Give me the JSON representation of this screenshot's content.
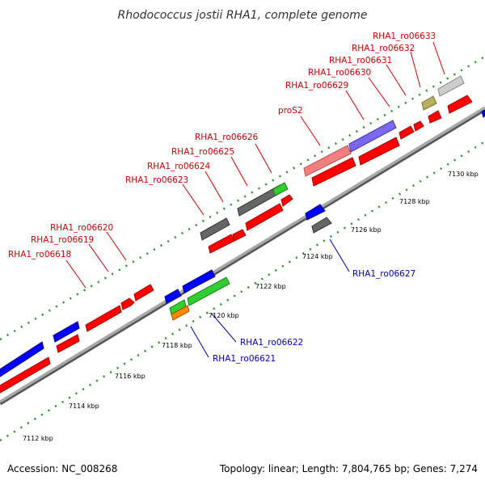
{
  "title": "Rhodococcus jostii RHA1, complete genome",
  "accession": "Accession: NC_008268",
  "summary": "Topology: linear; Length: 7,804,765 bp; Genes: 7,274",
  "colors": {
    "backbone": "#9a9a9a",
    "dots": "#2e8b2e",
    "label_forward": "#cc0000",
    "label_reverse": "#0000bb"
  },
  "ticks": [
    "7112 kbp",
    "7114 kbp",
    "7116 kbp",
    "7118 kbp",
    "7120 kbp",
    "7122 kbp",
    "7124 kbp",
    "7126 kbp",
    "7128 kbp",
    "7130 kbp"
  ],
  "labels": [
    {
      "text": "RHA1_ro06618",
      "strand": "forward"
    },
    {
      "text": "RHA1_ro06619",
      "strand": "forward"
    },
    {
      "text": "RHA1_ro06620",
      "strand": "forward"
    },
    {
      "text": "RHA1_ro06621",
      "strand": "reverse"
    },
    {
      "text": "RHA1_ro06622",
      "strand": "reverse"
    },
    {
      "text": "RHA1_ro06623",
      "strand": "forward"
    },
    {
      "text": "RHA1_ro06624",
      "strand": "forward"
    },
    {
      "text": "RHA1_ro06625",
      "strand": "forward"
    },
    {
      "text": "RHA1_ro06626",
      "strand": "forward"
    },
    {
      "text": "RHA1_ro06627",
      "strand": "reverse"
    },
    {
      "text": "proS2",
      "strand": "forward"
    },
    {
      "text": "RHA1_ro06629",
      "strand": "forward"
    },
    {
      "text": "RHA1_ro06630",
      "strand": "forward"
    },
    {
      "text": "RHA1_ro06631",
      "strand": "forward"
    },
    {
      "text": "RHA1_ro06632",
      "strand": "forward"
    },
    {
      "text": "RHA1_ro06633",
      "strand": "forward"
    }
  ],
  "features": [
    {
      "color": "#ff0000",
      "track": "forward",
      "name": "gene"
    },
    {
      "color": "#0000ff",
      "track": "reverse",
      "name": "gene"
    },
    {
      "color": "#33cc33",
      "track": "reverse",
      "name": "gene"
    },
    {
      "color": "#ff8800",
      "track": "reverse",
      "name": "gene"
    },
    {
      "color": "#666666",
      "track": "forward",
      "name": "gene"
    },
    {
      "color": "#f08080",
      "track": "forward",
      "name": "gene"
    },
    {
      "color": "#7b68ee",
      "track": "forward",
      "name": "gene"
    },
    {
      "color": "#b8b060",
      "track": "forward",
      "name": "gene"
    },
    {
      "color": "#cccccc",
      "track": "forward",
      "name": "gene"
    }
  ]
}
